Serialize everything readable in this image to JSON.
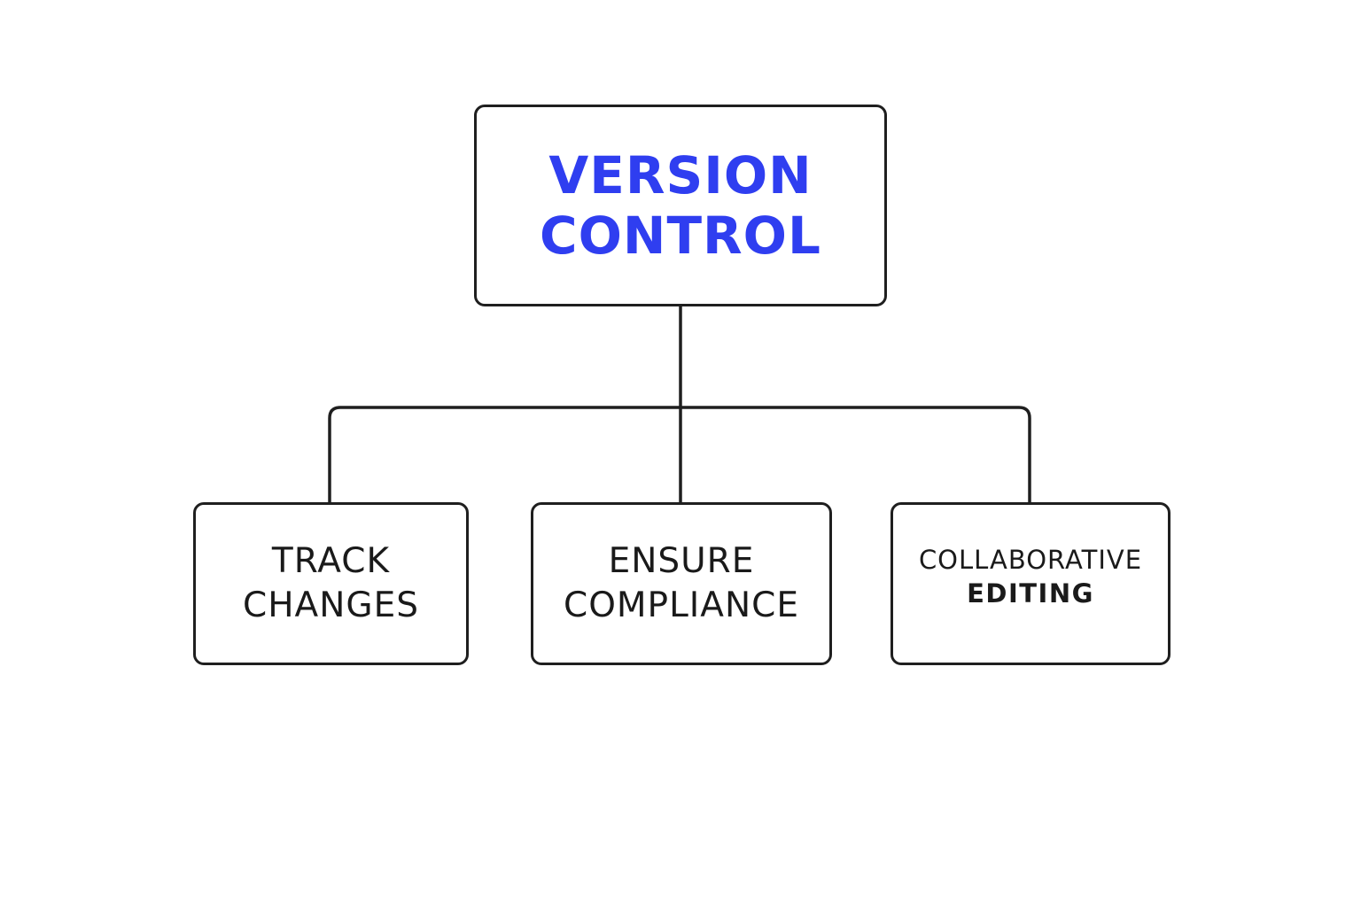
{
  "colors": {
    "root_text": "#2f3ef0",
    "line": "#1f1f1f",
    "child_text": "#1a1a1a"
  },
  "root": {
    "lines": [
      "VERSION",
      "CONTROL"
    ]
  },
  "children": [
    {
      "lines": [
        "TRACK",
        "CHANGES"
      ]
    },
    {
      "lines": [
        "ENSURE",
        "COMPLIANCE"
      ]
    },
    {
      "lines": [
        "COLLABORATIVE",
        "EDITING"
      ]
    }
  ]
}
